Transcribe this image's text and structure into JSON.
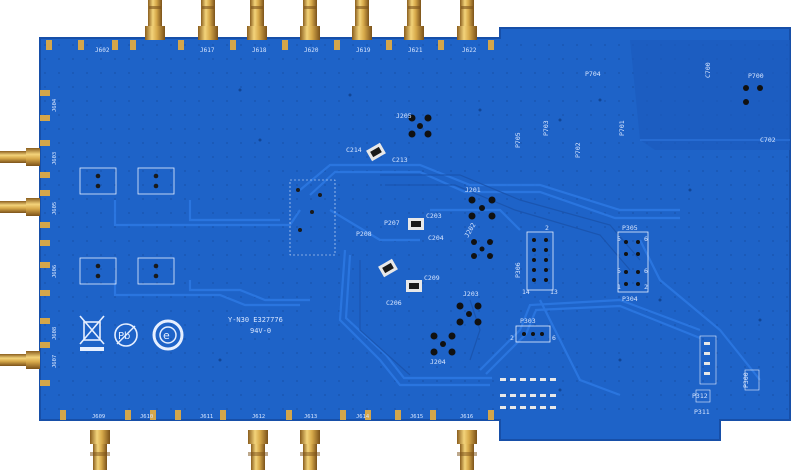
{
  "board": {
    "colors": {
      "pcb": "#1e63c8",
      "pcb_edge": "#1a55b0",
      "trace": "#2a72db",
      "silk": "#e6efff",
      "pad": "#d4a64a",
      "gold": "#caa24a",
      "connector_body": "#b07e2f"
    },
    "top_connectors": [
      "J602",
      "J617",
      "J618",
      "J620",
      "J619",
      "J621",
      "J622"
    ],
    "bottom_connectors": [
      "J609",
      "J610",
      "J611",
      "J612",
      "J613",
      "J614",
      "J615",
      "J616"
    ],
    "left_connectors": [
      "J604",
      "J603",
      "J605",
      "J606",
      "J607",
      "J608"
    ],
    "refdes": {
      "P704": "P704",
      "C700": "C700",
      "P700": "P700",
      "P705": "P705",
      "P703": "P703",
      "P701": "P701",
      "P702": "P702",
      "C702": "C702",
      "J205": "J205",
      "C214": "C214",
      "C213": "C213",
      "J201": "J201",
      "C203": "C203",
      "P207": "P207",
      "P208": "P208",
      "C204": "C204",
      "J202": "J202",
      "C209": "C209",
      "C206": "C206",
      "J203": "J203",
      "J204": "J204",
      "P305": "P305",
      "P306": "P306",
      "P304": "P304",
      "P303": "P303",
      "P300": "P300",
      "P312": "P312",
      "P311": "P311"
    },
    "pin_numbers": {
      "p305_left": "5",
      "p305_right": "6",
      "p306_top": "2",
      "p306_bottom_left": "14",
      "p306_bottom_right": "13",
      "p304_left": "5",
      "p304_right": "6",
      "p304_b_left": "1",
      "p304_b_right": "2",
      "p303_left": "2",
      "p303_right": "6"
    },
    "marking_line1": "Y-N30 E327776",
    "marking_line2": "94V-0",
    "pb_symbol": "Pb",
    "e_symbol": "e"
  }
}
